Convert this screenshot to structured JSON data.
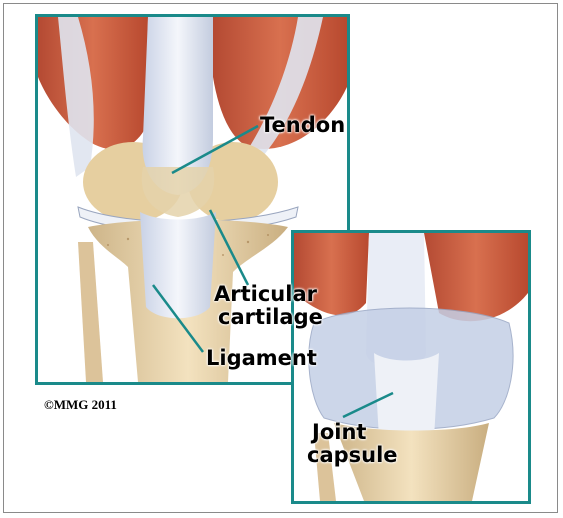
{
  "labels": {
    "tendon": "Tendon",
    "articular_cartilage_line1": "Articular",
    "articular_cartilage_line2": "cartilage",
    "ligament": "Ligament",
    "joint_capsule_line1": "Joint",
    "joint_capsule_line2": "capsule"
  },
  "copyright": "©MMG 2011",
  "colors": {
    "frame": "#1a8a8a",
    "leader": "#1a8a8a",
    "muscle": "#c8553a",
    "tendon": "#dfe6f2",
    "bone": "#e8d2a8",
    "capsule": "#b9c6e0"
  }
}
